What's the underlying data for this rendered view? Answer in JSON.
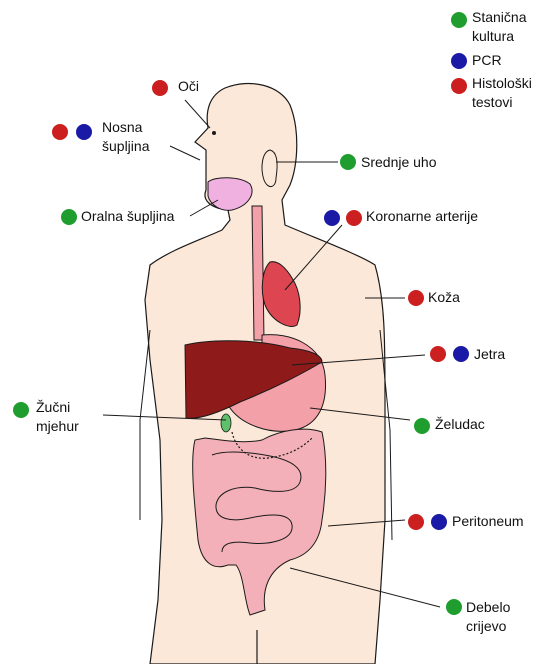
{
  "colors": {
    "green": "#1f9e2f",
    "blue": "#1a1aa6",
    "red": "#cc1f1f",
    "skin": "#fce8d8",
    "liver": "#8e1a1a",
    "organ_pink": "#f3a0a8"
  },
  "legend": [
    {
      "color": "green",
      "text": "Stanična kultura"
    },
    {
      "color": "blue",
      "text": "PCR"
    },
    {
      "color": "red",
      "text": "Histološki testovi"
    }
  ],
  "labels": {
    "oci": "Oči",
    "nosna": "Nosna šupljina",
    "srednje_uho": "Srednje uho",
    "oralna": "Oralna šupljina",
    "koronarne": "Koronarne arterije",
    "koza": "Koža",
    "jetra": "Jetra",
    "zucni": "Žučni mjehur",
    "zeludac": "Želudac",
    "peritoneum": "Peritoneum",
    "debelo": "Debelo crijevo"
  }
}
